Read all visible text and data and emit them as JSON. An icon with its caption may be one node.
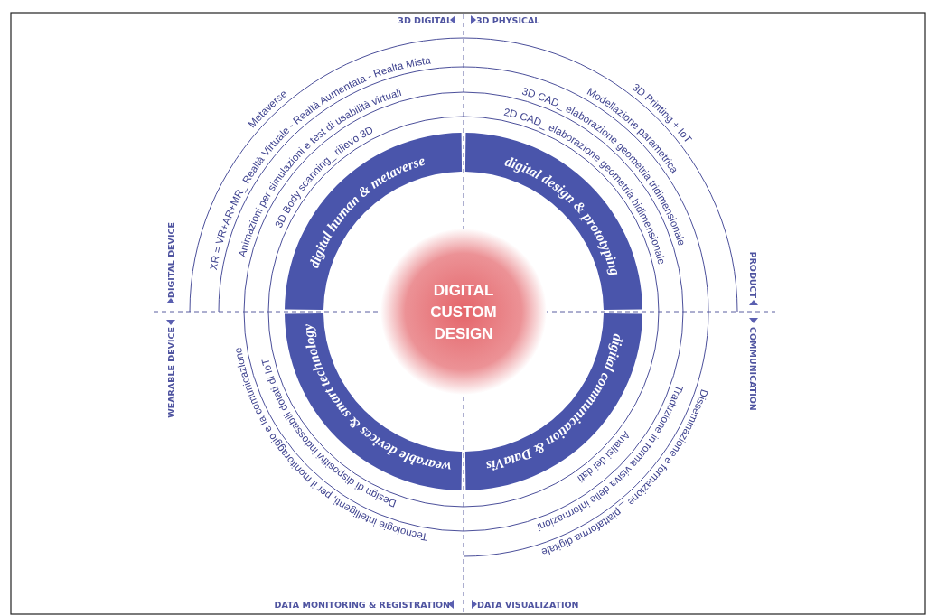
{
  "diagram": {
    "nodes": [
      {
        "text": [
          "DIGITAL CUSTOM DESIGN"
        ]
      },
      {
        "text": [
          "digital human & metaverse"
        ]
      },
      {
        "text": [
          "digital design & prototyping"
        ]
      },
      {
        "text": [
          "digital communication & DataVis"
        ]
      },
      {
        "text": [
          "wearable devices & smart technology"
        ]
      }
    ],
    "labels": [
      "3D DIGITAL",
      "3D PHYSICAL",
      "Metaverse",
      "XR = VR+AR+MR_ Realtà Virtuale - Realtà Aumentata - Realta Mista",
      "Animazioni per simulazioni e test di usabilità virtuali",
      "3D Body scanning_ rilievo 3D",
      "3D Printing + IoT",
      "Modellazione parametrica",
      "3D CAD_ elaborazione geometria tridimensionale",
      "2D CAD_ elaborazione geometria bidimensionale",
      "DIGITAL DEVICE",
      "PRODUCT",
      "WEARABLE DEVICE",
      "COMMUNICATION",
      "Tecnologie intelligenti, per il monitoraggio e la comunicazione",
      "Design di dispositivi indossabili dotati di IoT",
      "Disseminazione e formazione _ piattaforma digitale",
      "Traduzione in forma visiva delle informazioni",
      "Analisi dei dati",
      "DATA MONITORING & REGISTRATION",
      "DATA VISUALIZATION"
    ]
  }
}
